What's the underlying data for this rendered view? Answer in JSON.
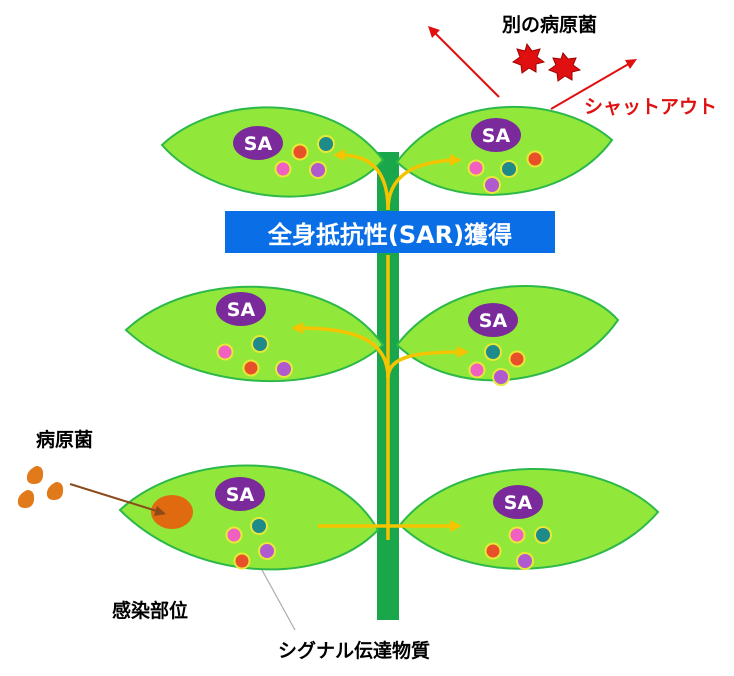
{
  "diagram": {
    "banner": "全身抵抗性(SAR)獲得",
    "other_pathogen": "別の病原菌",
    "shutout": "シャットアウト",
    "pathogen": "病原菌",
    "infection_site": "感染部位",
    "signal_substance": "シグナル伝達物質",
    "sa_label": "SA"
  },
  "colors": {
    "leaf_fill": "#92e83a",
    "leaf_stroke": "#2db84a",
    "stem": "#1aa64b",
    "arrow_signal": "#f5c400",
    "banner": "#0a6fe6",
    "sa_ellipse": "#7a2a9a",
    "shutout_red": "#e01010",
    "pathogen_brown": "#e07a1a",
    "pathogen_arrow": "#8a4a1a"
  }
}
